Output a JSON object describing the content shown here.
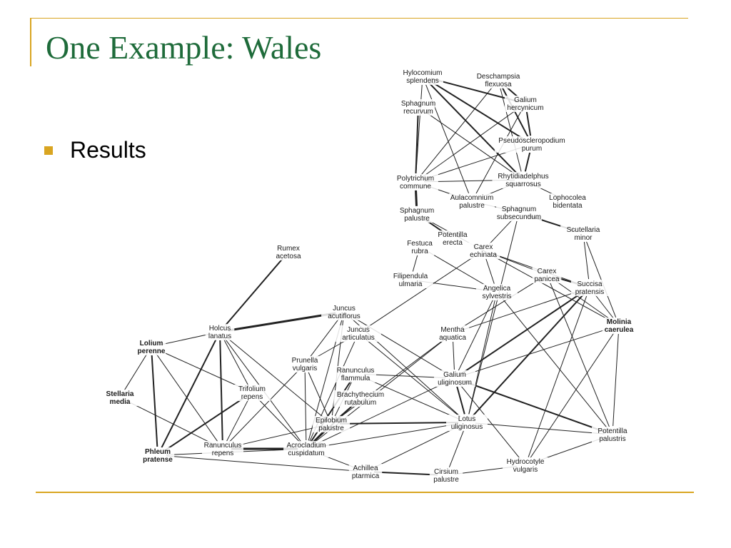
{
  "slide": {
    "title": "One Example: Wales",
    "bullets": [
      "Results"
    ]
  },
  "colors": {
    "accent": "#d9a521",
    "title": "#1e6b3a"
  },
  "diagram": {
    "nodes": [
      {
        "id": "hylocomium",
        "lines": [
          "Hylocomium",
          "splendens"
        ]
      },
      {
        "id": "deschampsia",
        "lines": [
          "Deschampsia",
          "flexuosa"
        ]
      },
      {
        "id": "galium_h",
        "lines": [
          "Galium",
          "hercynicum"
        ]
      },
      {
        "id": "sph_recurvum",
        "lines": [
          "Sphagnum",
          "recurvum"
        ]
      },
      {
        "id": "pseudo",
        "lines": [
          "Pseudoscleropodium",
          "purum"
        ]
      },
      {
        "id": "polytrichum",
        "lines": [
          "Polytrichum",
          "commune"
        ]
      },
      {
        "id": "rhytidiadelphus",
        "lines": [
          "Rhytidiadelphus",
          "squarrosus"
        ]
      },
      {
        "id": "aulacomnium",
        "lines": [
          "Aulacomnium",
          "palustre"
        ]
      },
      {
        "id": "lophocolea",
        "lines": [
          "Lophocolea",
          "bidentata"
        ]
      },
      {
        "id": "sph_palustre",
        "lines": [
          "Sphagnum",
          "palustre"
        ]
      },
      {
        "id": "sph_subsec",
        "lines": [
          "Sphagnum",
          "subsecundum"
        ]
      },
      {
        "id": "scutellaria",
        "lines": [
          "Scutellaria",
          "minor"
        ]
      },
      {
        "id": "potentilla_e",
        "lines": [
          "Potentilla",
          "erecta"
        ]
      },
      {
        "id": "festuca",
        "lines": [
          "Festuca",
          "rubra"
        ]
      },
      {
        "id": "carex_ech",
        "lines": [
          "Carex",
          "echinata"
        ]
      },
      {
        "id": "rumex",
        "lines": [
          "Rumex",
          "acetosa"
        ]
      },
      {
        "id": "filipendula",
        "lines": [
          "Filipendula",
          "ulmaria"
        ]
      },
      {
        "id": "carex_pan",
        "lines": [
          "Carex",
          "panicea"
        ]
      },
      {
        "id": "succisa",
        "lines": [
          "Succisa",
          "pratensis"
        ]
      },
      {
        "id": "angelica",
        "lines": [
          "Angelica",
          "sylvestris"
        ]
      },
      {
        "id": "molinia",
        "lines": [
          "Molinia",
          "caerulea"
        ],
        "bold": true
      },
      {
        "id": "juncus_acu",
        "lines": [
          "Juncus",
          "acutiflorus"
        ]
      },
      {
        "id": "holcus",
        "lines": [
          "Holcus",
          "lanatus"
        ]
      },
      {
        "id": "mentha",
        "lines": [
          "Mentha",
          "aquatica"
        ]
      },
      {
        "id": "juncus_art",
        "lines": [
          "Juncus",
          "articulatus"
        ]
      },
      {
        "id": "lolium",
        "lines": [
          "Lolium",
          "perenne"
        ],
        "bold": true
      },
      {
        "id": "prunella",
        "lines": [
          "Prunella",
          "vulgaris"
        ]
      },
      {
        "id": "ranunculus_f",
        "lines": [
          "Ranunculus",
          "flammula"
        ]
      },
      {
        "id": "galium_u",
        "lines": [
          "Galium",
          "uliginosum"
        ]
      },
      {
        "id": "trifolium",
        "lines": [
          "Trifolium",
          "repens"
        ]
      },
      {
        "id": "stellaria",
        "lines": [
          "Stellaria",
          "media"
        ],
        "bold": true
      },
      {
        "id": "brachythecium",
        "lines": [
          "Brachythecium",
          "rutabulum"
        ]
      },
      {
        "id": "epilobium",
        "lines": [
          "Epilobium",
          "palustre"
        ]
      },
      {
        "id": "lotus",
        "lines": [
          "Lotus",
          "uliginosus"
        ]
      },
      {
        "id": "potentilla_p",
        "lines": [
          "Potentilla",
          "palustris"
        ]
      },
      {
        "id": "ranunculus_r",
        "lines": [
          "Ranunculus",
          "repens"
        ]
      },
      {
        "id": "acrocladium",
        "lines": [
          "Acrocladium",
          "cuspidatum"
        ]
      },
      {
        "id": "phleum",
        "lines": [
          "Phleum",
          "pratense"
        ],
        "bold": true
      },
      {
        "id": "hydrocotyle",
        "lines": [
          "Hydrocotyle",
          "vulgaris"
        ]
      },
      {
        "id": "achillea",
        "lines": [
          "Achillea",
          "ptarmica"
        ]
      },
      {
        "id": "cirsium",
        "lines": [
          "Cirsium",
          "palustre"
        ]
      }
    ],
    "edges": [
      {
        "a": "hylocomium",
        "b": "galium_h",
        "w": 2
      },
      {
        "a": "hylocomium",
        "b": "pseudo",
        "w": 2
      },
      {
        "a": "hylocomium",
        "b": "polytrichum",
        "w": 1
      },
      {
        "a": "hylocomium",
        "b": "rhytidiadelphus",
        "w": 2
      },
      {
        "a": "hylocomium",
        "b": "aulacomnium",
        "w": 1
      },
      {
        "a": "deschampsia",
        "b": "galium_h",
        "w": 2
      },
      {
        "a": "deschampsia",
        "b": "pseudo",
        "w": 2
      },
      {
        "a": "deschampsia",
        "b": "polytrichum",
        "w": 1
      },
      {
        "a": "deschampsia",
        "b": "rhytidiadelphus",
        "w": 1
      },
      {
        "a": "galium_h",
        "b": "polytrichum",
        "w": 1
      },
      {
        "a": "galium_h",
        "b": "pseudo",
        "w": 2
      },
      {
        "a": "galium_h",
        "b": "aulacomnium",
        "w": 1
      },
      {
        "a": "sph_recurvum",
        "b": "polytrichum",
        "w": 2
      },
      {
        "a": "sph_recurvum",
        "b": "rhytidiadelphus",
        "w": 1
      },
      {
        "a": "pseudo",
        "b": "rhytidiadelphus",
        "w": 2
      },
      {
        "a": "pseudo",
        "b": "polytrichum",
        "w": 1
      },
      {
        "a": "polytrichum",
        "b": "rhytidiadelphus",
        "w": 1
      },
      {
        "a": "polytrichum",
        "b": "sph_palustre",
        "w": 3
      },
      {
        "a": "polytrichum",
        "b": "aulacomnium",
        "w": 1
      },
      {
        "a": "rhytidiadelphus",
        "b": "lophocolea",
        "w": 1
      },
      {
        "a": "rhytidiadelphus",
        "b": "aulacomnium",
        "w": 1
      },
      {
        "a": "aulacomnium",
        "b": "sph_subsec",
        "w": 1
      },
      {
        "a": "sph_subsec",
        "b": "scutellaria",
        "w": 2
      },
      {
        "a": "sph_subsec",
        "b": "carex_ech",
        "w": 1
      },
      {
        "a": "sph_subsec",
        "b": "lotus",
        "w": 1
      },
      {
        "a": "sph_palustre",
        "b": "potentilla_e",
        "w": 2
      },
      {
        "a": "sph_palustre",
        "b": "molinia",
        "w": 1
      },
      {
        "a": "scutellaria",
        "b": "succisa",
        "w": 1
      },
      {
        "a": "scutellaria",
        "b": "molinia",
        "w": 1
      },
      {
        "a": "carex_ech",
        "b": "carex_pan",
        "w": 1
      },
      {
        "a": "carex_ech",
        "b": "succisa",
        "w": 1
      },
      {
        "a": "carex_ech",
        "b": "angelica",
        "w": 1
      },
      {
        "a": "carex_ech",
        "b": "juncus_art",
        "w": 1
      },
      {
        "a": "festuca",
        "b": "angelica",
        "w": 1
      },
      {
        "a": "filipendula",
        "b": "angelica",
        "w": 1
      },
      {
        "a": "filipendula",
        "b": "festuca",
        "w": 1
      },
      {
        "a": "carex_pan",
        "b": "succisa",
        "w": 2
      },
      {
        "a": "carex_pan",
        "b": "molinia",
        "w": 1
      },
      {
        "a": "carex_pan",
        "b": "potentilla_p",
        "w": 1
      },
      {
        "a": "carex_pan",
        "b": "mentha",
        "w": 1
      },
      {
        "a": "succisa",
        "b": "molinia",
        "w": 1
      },
      {
        "a": "succisa",
        "b": "galium_u",
        "w": 2
      },
      {
        "a": "succisa",
        "b": "lotus",
        "w": 2
      },
      {
        "a": "succisa",
        "b": "mentha",
        "w": 1
      },
      {
        "a": "succisa",
        "b": "hydrocotyle",
        "w": 1
      },
      {
        "a": "angelica",
        "b": "galium_u",
        "w": 1
      },
      {
        "a": "angelica",
        "b": "potentilla_p",
        "w": 1
      },
      {
        "a": "angelica",
        "b": "lotus",
        "w": 1
      },
      {
        "a": "molinia",
        "b": "galium_u",
        "w": 1
      },
      {
        "a": "molinia",
        "b": "potentilla_p",
        "w": 1
      },
      {
        "a": "molinia",
        "b": "hydrocotyle",
        "w": 1
      },
      {
        "a": "rumex",
        "b": "holcus",
        "w": 2
      },
      {
        "a": "holcus",
        "b": "lolium",
        "w": 1
      },
      {
        "a": "holcus",
        "b": "juncus_acu",
        "w": 3
      },
      {
        "a": "holcus",
        "b": "trifolium",
        "w": 1
      },
      {
        "a": "holcus",
        "b": "ranunculus_r",
        "w": 2
      },
      {
        "a": "holcus",
        "b": "phleum",
        "w": 2
      },
      {
        "a": "holcus",
        "b": "epilobium",
        "w": 1
      },
      {
        "a": "holcus",
        "b": "acrocladium",
        "w": 1
      },
      {
        "a": "lolium",
        "b": "stellaria",
        "w": 1
      },
      {
        "a": "lolium",
        "b": "phleum",
        "w": 2
      },
      {
        "a": "lolium",
        "b": "ranunculus_r",
        "w": 1
      },
      {
        "a": "lolium",
        "b": "trifolium",
        "w": 1
      },
      {
        "a": "stellaria",
        "b": "ranunculus_r",
        "w": 1
      },
      {
        "a": "trifolium",
        "b": "phleum",
        "w": 2
      },
      {
        "a": "trifolium",
        "b": "ranunculus_r",
        "w": 1
      },
      {
        "a": "trifolium",
        "b": "acrocladium",
        "w": 1
      },
      {
        "a": "juncus_acu",
        "b": "galium_u",
        "w": 1
      },
      {
        "a": "juncus_acu",
        "b": "lotus",
        "w": 1
      },
      {
        "a": "juncus_acu",
        "b": "prunella",
        "w": 1
      },
      {
        "a": "juncus_acu",
        "b": "epilobium",
        "w": 1
      },
      {
        "a": "juncus_acu",
        "b": "acrocladium",
        "w": 1
      },
      {
        "a": "juncus_art",
        "b": "prunella",
        "w": 1
      },
      {
        "a": "juncus_art",
        "b": "lotus",
        "w": 1
      },
      {
        "a": "juncus_art",
        "b": "acrocladium",
        "w": 1
      },
      {
        "a": "prunella",
        "b": "ranunculus_r",
        "w": 1
      },
      {
        "a": "prunella",
        "b": "acrocladium",
        "w": 1
      },
      {
        "a": "prunella",
        "b": "epilobium",
        "w": 1
      },
      {
        "a": "ranunculus_f",
        "b": "acrocladium",
        "w": 2
      },
      {
        "a": "ranunculus_f",
        "b": "epilobium",
        "w": 1
      },
      {
        "a": "ranunculus_f",
        "b": "galium_u",
        "w": 1
      },
      {
        "a": "ranunculus_f",
        "b": "lotus",
        "w": 1
      },
      {
        "a": "brachythecium",
        "b": "acrocladium",
        "w": 2
      },
      {
        "a": "brachythecium",
        "b": "epilobium",
        "w": 1
      },
      {
        "a": "mentha",
        "b": "acrocladium",
        "w": 1
      },
      {
        "a": "mentha",
        "b": "galium_u",
        "w": 1
      },
      {
        "a": "mentha",
        "b": "epilobium",
        "w": 1
      },
      {
        "a": "galium_u",
        "b": "lotus",
        "w": 2
      },
      {
        "a": "galium_u",
        "b": "potentilla_p",
        "w": 2
      },
      {
        "a": "galium_u",
        "b": "acrocladium",
        "w": 1
      },
      {
        "a": "galium_u",
        "b": "hydrocotyle",
        "w": 1
      },
      {
        "a": "epilobium",
        "b": "acrocladium",
        "w": 2
      },
      {
        "a": "epilobium",
        "b": "lotus",
        "w": 2
      },
      {
        "a": "epilobium",
        "b": "ranunculus_r",
        "w": 1
      },
      {
        "a": "lotus",
        "b": "acrocladium",
        "w": 1
      },
      {
        "a": "lotus",
        "b": "achillea",
        "w": 1
      },
      {
        "a": "lotus",
        "b": "cirsium",
        "w": 1
      },
      {
        "a": "lotus",
        "b": "potentilla_p",
        "w": 1
      },
      {
        "a": "ranunculus_r",
        "b": "acrocladium",
        "w": 3
      },
      {
        "a": "acrocladium",
        "b": "achillea",
        "w": 1
      },
      {
        "a": "phleum",
        "b": "achillea",
        "w": 1
      },
      {
        "a": "phleum",
        "b": "acrocladium",
        "w": 1
      },
      {
        "a": "achillea",
        "b": "cirsium",
        "w": 2
      },
      {
        "a": "cirsium",
        "b": "hydrocotyle",
        "w": 1
      },
      {
        "a": "hydrocotyle",
        "b": "potentilla_p",
        "w": 1
      }
    ]
  }
}
